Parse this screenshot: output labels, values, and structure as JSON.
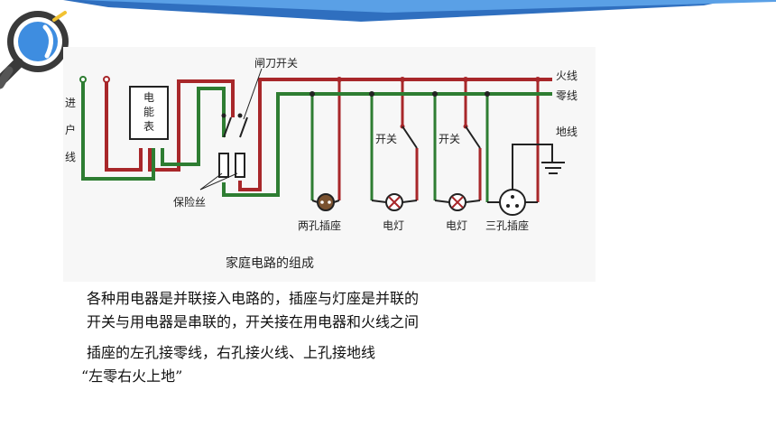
{
  "diagram": {
    "caption": "家庭电路的组成",
    "labels": {
      "inlet_1": "进",
      "inlet_2": "户",
      "inlet_3": "线",
      "meter_1": "电",
      "meter_2": "能",
      "meter_3": "表",
      "knife_switch": "闸刀开关",
      "fuse": "保险丝",
      "fire_line": "火线",
      "zero_line": "零线",
      "ground_line": "地线",
      "switch_1": "开关",
      "switch_2": "开关",
      "socket_two": "两孔插座",
      "lamp_1": "电灯",
      "lamp_2": "电灯",
      "socket_three": "三孔插座"
    },
    "colors": {
      "live": "#a8272a",
      "neutral": "#2e7d32",
      "earth": "#222222"
    }
  },
  "notes": {
    "line1": "各种用电器是并联接入电路的，插座与灯座是并联的",
    "line2": "开关与用电器是串联的，开关接在用电器和火线之间",
    "line3": "插座的左孔接零线，右孔接火线、上孔接地线",
    "line4": "“左零右火上地”"
  },
  "theme": {
    "banner": "#3f86d6",
    "icon": "magnifier-icon"
  }
}
